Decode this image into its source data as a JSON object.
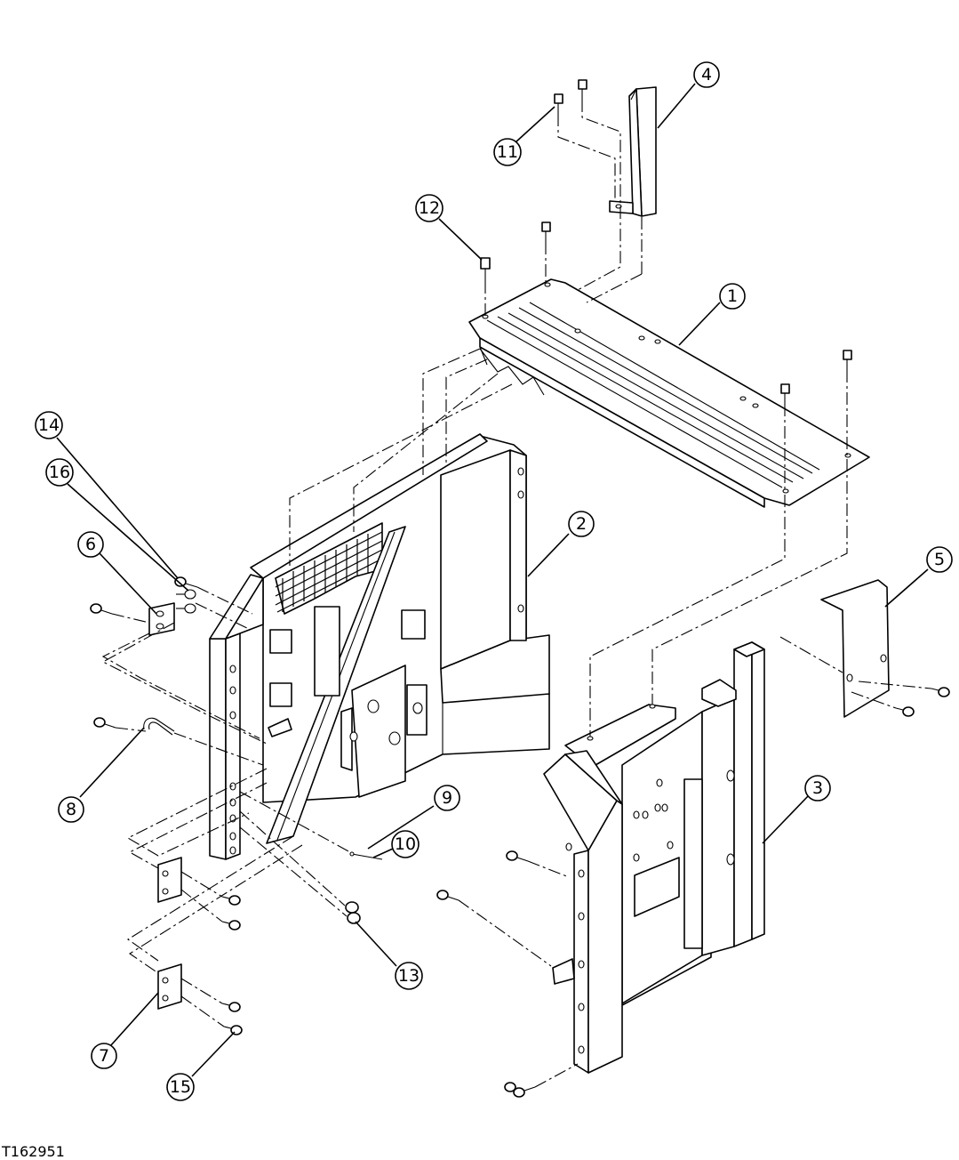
{
  "figure_id": "T162951",
  "callouts": [
    {
      "id": "c1",
      "label": "1"
    },
    {
      "id": "c2",
      "label": "2"
    },
    {
      "id": "c3",
      "label": "3"
    },
    {
      "id": "c4",
      "label": "4"
    },
    {
      "id": "c5",
      "label": "5"
    },
    {
      "id": "c6",
      "label": "6"
    },
    {
      "id": "c7",
      "label": "7"
    },
    {
      "id": "c8",
      "label": "8"
    },
    {
      "id": "c9",
      "label": "9"
    },
    {
      "id": "c10",
      "label": "10"
    },
    {
      "id": "c11",
      "label": "11"
    },
    {
      "id": "c12",
      "label": "12"
    },
    {
      "id": "c13",
      "label": "13"
    },
    {
      "id": "c14",
      "label": "14"
    },
    {
      "id": "c15",
      "label": "15"
    },
    {
      "id": "c16",
      "label": "16"
    }
  ]
}
